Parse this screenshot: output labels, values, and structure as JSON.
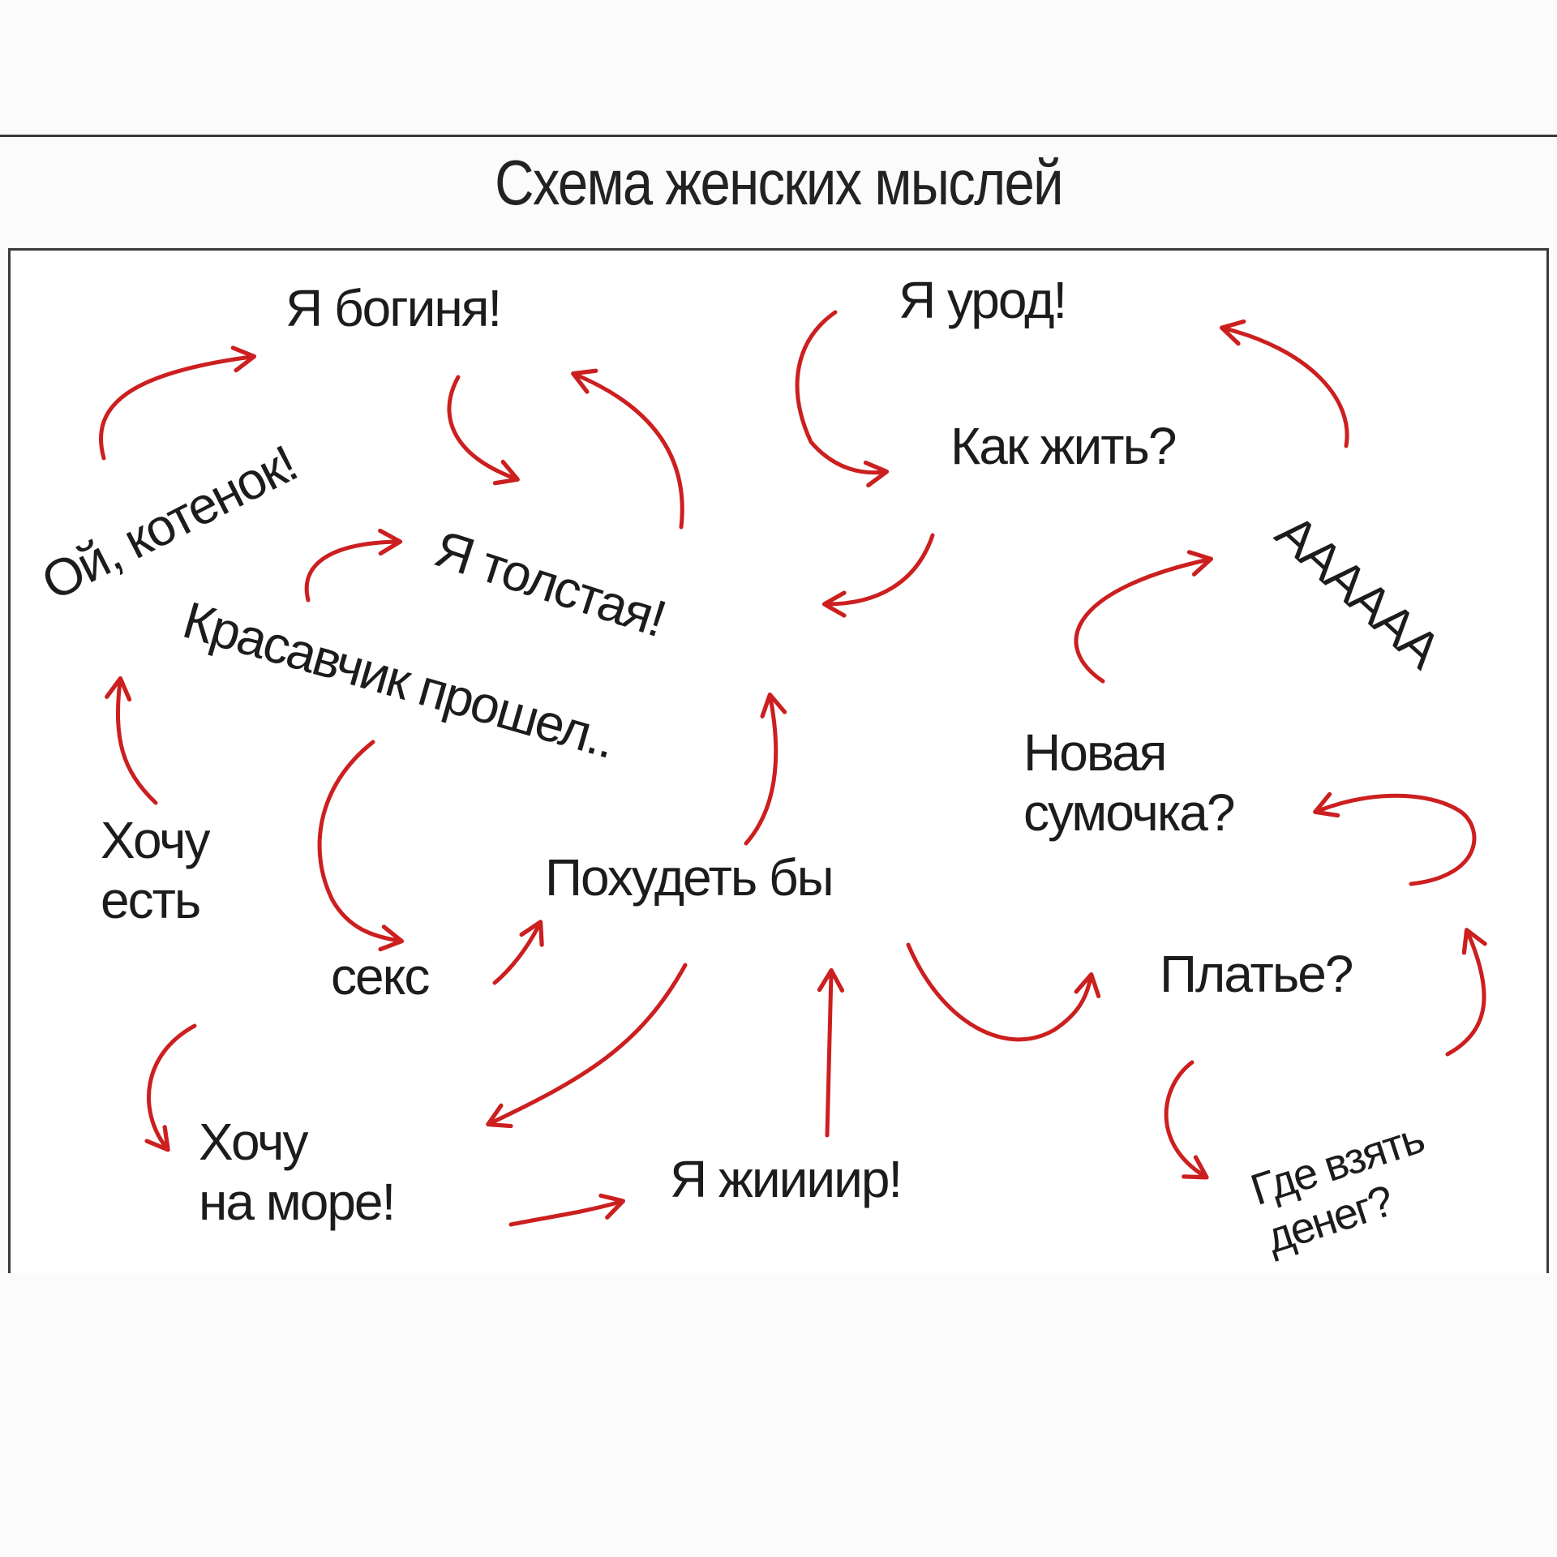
{
  "title": "Схема женских мыслей",
  "colors": {
    "arrow": "#cc1f1f",
    "text": "#1c1c1c",
    "frame": "#3a3a3a"
  },
  "nodes": {
    "goddess": "Я богиня!",
    "ugly": "Я урод!",
    "how_to_live": "Как жить?",
    "kitten": "Ой, котенок!",
    "fat": "Я толстая!",
    "scream": "АААААА",
    "handsome": "Красавчик прошел..",
    "new_bag": "Новая\nсумочка?",
    "want_eat": "Хочу\nесть",
    "sex": "секс",
    "lose_weight": "Похудеть бы",
    "dress": "Платье?",
    "want_sea": "Хочу\nна море!",
    "fat_aaa": "Я жиииир!",
    "where_money": "Где взять\nденег?"
  }
}
